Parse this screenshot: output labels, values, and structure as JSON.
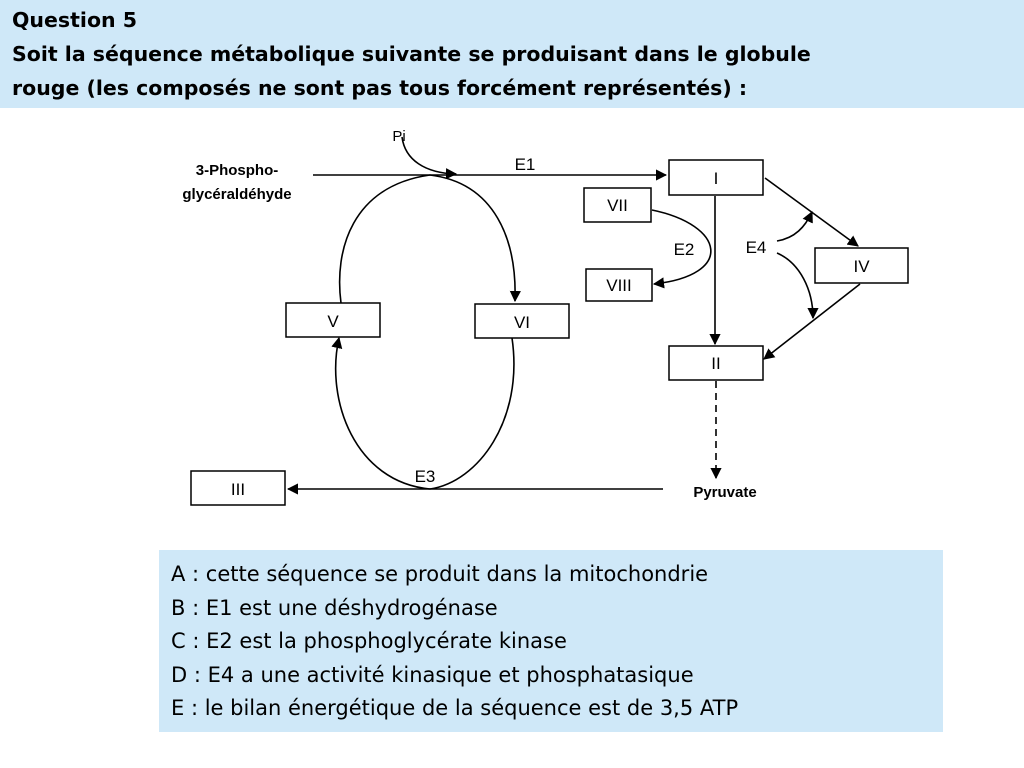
{
  "question": {
    "title": "Question 5",
    "line1": "Soit la séquence métabolique suivante se produisant dans le globule",
    "line2": "rouge (les composés ne sont pas tous forcément représentés) :"
  },
  "diagram": {
    "substrate_line1": "3-Phospho-",
    "substrate_line2": "glycéraldéhyde",
    "pi": "Pi",
    "pyruvate": "Pyruvate",
    "boxes": {
      "I": "I",
      "II": "II",
      "III": "III",
      "IV": "IV",
      "V": "V",
      "VI": "VI",
      "VII": "VII",
      "VIII": "VIII"
    },
    "enzymes": {
      "E1": "E1",
      "E2": "E2",
      "E3": "E3",
      "E4": "E4"
    }
  },
  "answers": [
    "A : cette séquence se produit dans la mitochondrie",
    "B : E1 est une déshydrogénase",
    "C : E2 est la phosphoglycérate kinase",
    "D : E4 a une activité kinasique et phosphatasique",
    "E : le bilan énergétique de la séquence est de 3,5 ATP"
  ]
}
